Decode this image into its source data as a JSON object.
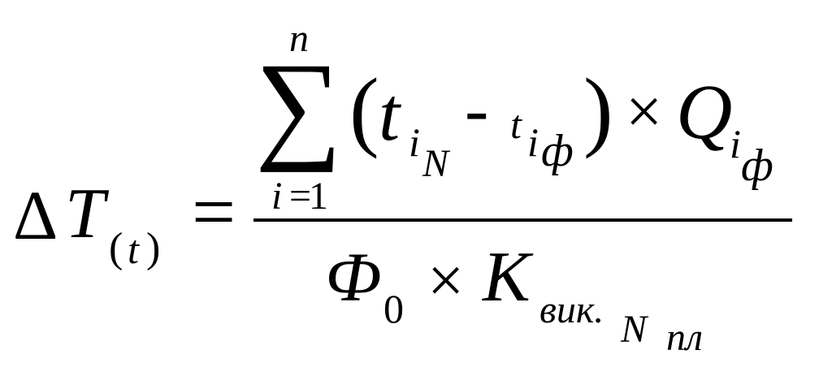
{
  "formula": {
    "lhs": {
      "delta": "Δ",
      "T": "T",
      "sub_open": "(",
      "sub_t": "t",
      "sub_close": ")"
    },
    "equals": "=",
    "numerator": {
      "sum_upper": "n",
      "sigma": "∑",
      "sum_lower_i": "i",
      "sum_lower_eq": "=",
      "sum_lower_one": "1",
      "paren_open": "(",
      "t1": "t",
      "t1_sub_i": "i",
      "t1_sub_N": "N",
      "minus": "-",
      "t2": "t",
      "t2_sub_i": "i",
      "t2_sub_phi": "ф",
      "paren_close": ")",
      "times": "×",
      "Q": "Q",
      "Q_sub_i": "i",
      "Q_sub_phi": "ф"
    },
    "denominator": {
      "Phi": "Ф",
      "Phi_sub": "0",
      "times": "×",
      "K": "K",
      "K_sub": "вик.",
      "K_sub_N": "N",
      "K_sub_pl": "пл"
    }
  }
}
